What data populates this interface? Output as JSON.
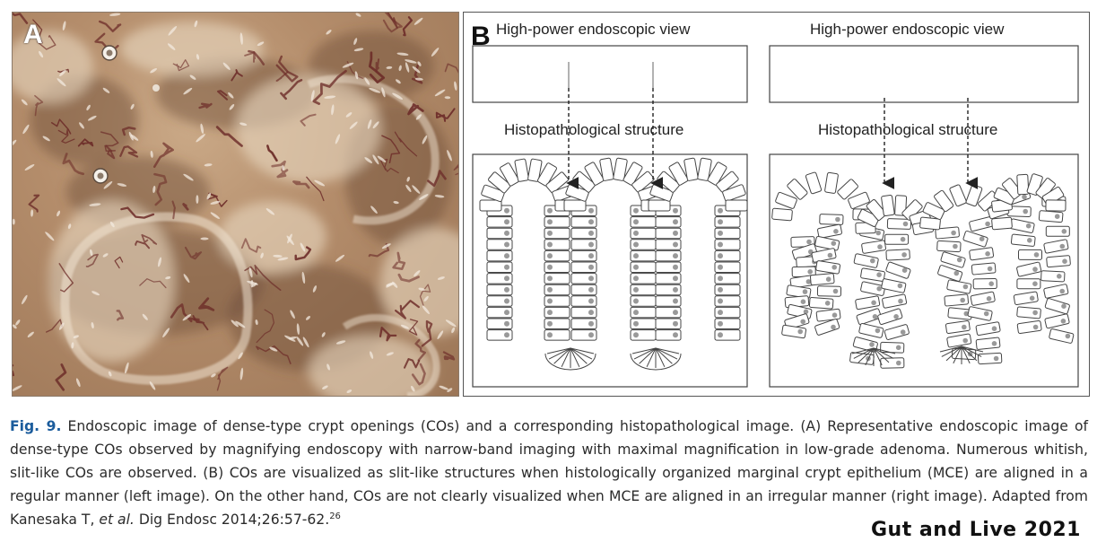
{
  "figure": {
    "panel_a": {
      "label": "A"
    },
    "panel_b": {
      "label": "B",
      "left": {
        "view_title": "High-power endoscopic view",
        "structure_title": "Histopathological structure"
      },
      "right": {
        "view_title": "High-power endoscopic view",
        "structure_title": "Histopathological structure"
      }
    },
    "caption": {
      "label": "Fig. 9.",
      "text": " Endoscopic image of dense-type crypt openings (COs) and a corresponding histopathological image. (A) Representative endoscopic image of dense-type COs observed by magnifying endoscopy with narrow-band imaging with maximal magnification in low-grade adenoma. Numerous whitish, slit-like COs are observed. (B) COs are visualized as slit-like structures when histologically organized marginal crypt epithelium (MCE) are aligned in a regular manner (left image). On the other hand, COs are not clearly visualized when MCE are aligned in an irregular manner (right image). Adapted from Kanesaka T, ",
      "italic": "et al.",
      "tail": " Dig Endosc 2014;26:57-62.",
      "ref": "26"
    },
    "journal": "Gut and Live 2021"
  },
  "colors": {
    "caption_label": "#1b5c9c",
    "tissue": "#b48d6b",
    "vessel": "#6e2e2a"
  }
}
